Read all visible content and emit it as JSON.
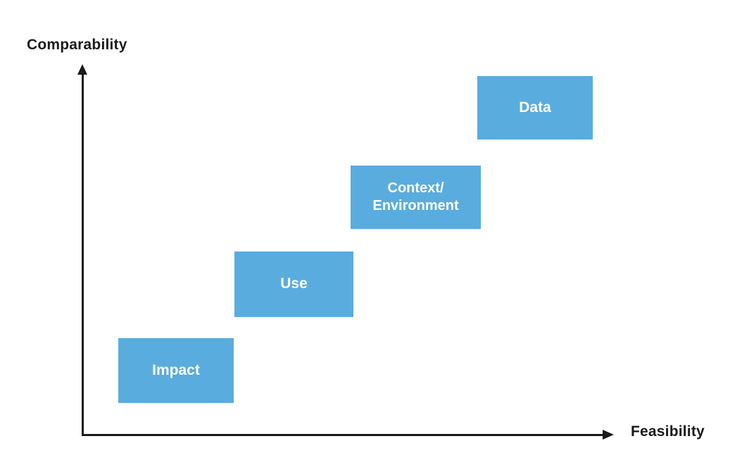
{
  "axes": {
    "y_label": "Comparability",
    "x_label": "Feasibility"
  },
  "steps": [
    {
      "id": "impact",
      "label": "Impact"
    },
    {
      "id": "use",
      "label": "Use"
    },
    {
      "id": "context",
      "label": "Context/\nEnvironment"
    },
    {
      "id": "data",
      "label": "Data"
    }
  ],
  "colors": {
    "box_fill": "#59acde",
    "box_text": "#ffffff",
    "axis": "#1a1a1a"
  }
}
